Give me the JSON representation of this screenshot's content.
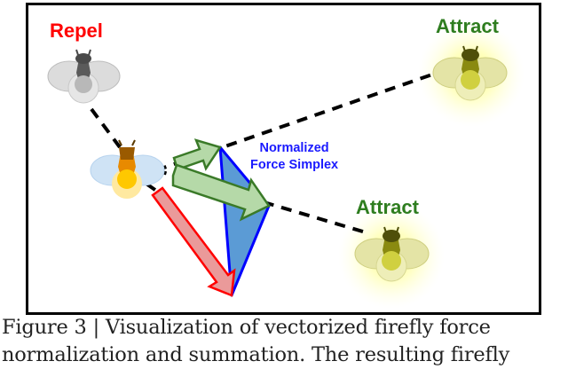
{
  "figure": {
    "labels": {
      "repel": "Repel",
      "attract_top": "Attract",
      "attract_bottom": "Attract",
      "simplex_line1": "Normalized",
      "simplex_line2": "Force Simplex"
    },
    "colors": {
      "repel_text": "#ff0000",
      "attract_text": "#2e7d1f",
      "simplex_text": "#1a1aff",
      "simplex_fill": "#5b9bd5",
      "simplex_stroke": "#0000ff",
      "attract_arrow_fill": "#b5d9a8",
      "attract_arrow_stroke": "#3a7a28",
      "result_arrow_fill": "#ea9a9a",
      "result_arrow_stroke": "#ff0000",
      "glow": "#ffff80"
    },
    "fireflies": [
      {
        "role": "repel",
        "state": "dim-gray"
      },
      {
        "role": "self",
        "state": "lit-orange"
      },
      {
        "role": "attract-top",
        "state": "glowing-yellow"
      },
      {
        "role": "attract-bottom",
        "state": "glowing-yellow"
      }
    ]
  },
  "caption": {
    "line1": "Figure 3 | Visualization of vectorized firefly force",
    "line2": "normalization and summation. The resulting firefly"
  }
}
